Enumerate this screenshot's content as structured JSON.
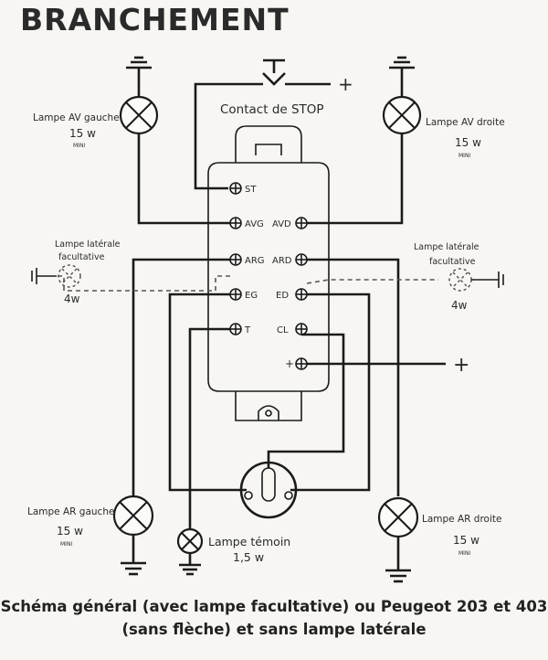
{
  "title": "BRANCHEMENT",
  "stop_contact": {
    "label": "Contact de STOP",
    "plus": "+"
  },
  "terminals": {
    "st": "ST",
    "avg": "AVG",
    "arg": "ARG",
    "eg": "EG",
    "t": "T",
    "avd": "AVD",
    "ard": "ARD",
    "ed": "ED",
    "cl": "CL",
    "plus": "+"
  },
  "supply_plus": "+",
  "lamps": {
    "av_gauche": {
      "name": "Lampe AV gauche",
      "power": "15 w",
      "type": "MINI"
    },
    "av_droite": {
      "name": "Lampe AV droite",
      "power": "15 w",
      "type": "MINI"
    },
    "lat_gauche": {
      "name": "Lampe latérale",
      "name2": "facultative",
      "power": "4w"
    },
    "lat_droite": {
      "name": "Lampe latérale",
      "name2": "facultative",
      "power": "4w"
    },
    "ar_gauche": {
      "name": "Lampe AR gauche",
      "power": "15 w",
      "type": "MINI"
    },
    "ar_droite": {
      "name": "Lampe AR droite",
      "power": "15 w",
      "type": "MINI"
    },
    "temoin": {
      "name": "Lampe témoin",
      "power": "1,5 w"
    }
  },
  "caption": {
    "line1": "Schéma général (avec lampe facultative) ou Peugeot 203 et 403",
    "line2": "(sans flèche)  et  sans lampe latérale"
  }
}
